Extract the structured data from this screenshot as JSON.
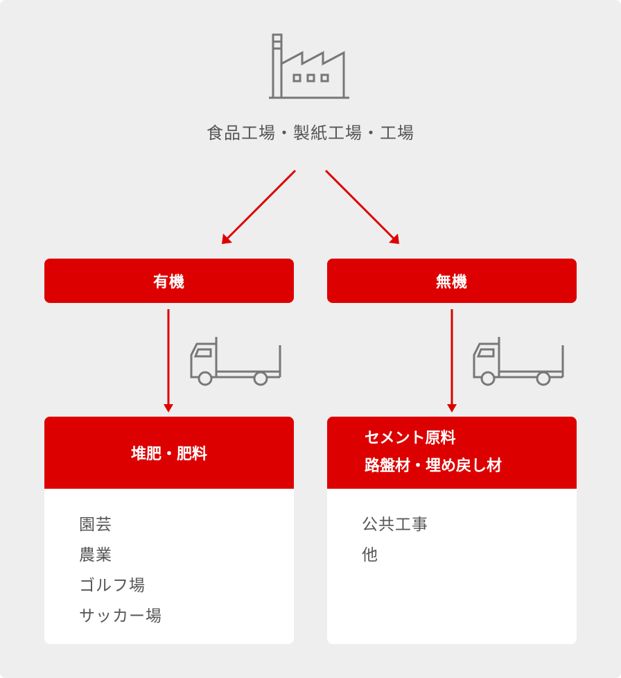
{
  "source": {
    "icon": "factory-icon",
    "label": "食品工場・製紙工場・工場"
  },
  "categories": [
    {
      "label": "有機",
      "destination": {
        "lines": [
          "堆肥・肥料"
        ],
        "uses": [
          "園芸",
          "農業",
          "ゴルフ場",
          "サッカー場"
        ]
      }
    },
    {
      "label": "無機",
      "destination": {
        "lines": [
          "セメント原料",
          "路盤材・埋め戻し材"
        ],
        "uses": [
          "公共工事",
          "他"
        ]
      }
    }
  ],
  "transport_icon": "truck-icon",
  "colors": {
    "accent": "#dd0000",
    "background": "#efeeee",
    "icon": "#777777",
    "text": "#555555"
  }
}
